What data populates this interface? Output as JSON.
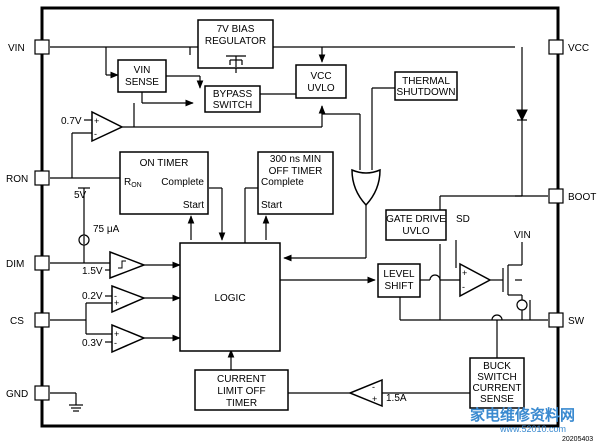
{
  "pins": {
    "vin": "VIN",
    "ron": "RON",
    "dim": "DIM",
    "cs": "CS",
    "gnd": "GND",
    "vcc": "VCC",
    "boot": "BOOT",
    "sw": "SW"
  },
  "blocks": {
    "bias_regulator": [
      "7V BIAS",
      "REGULATOR"
    ],
    "vin_sense": [
      "VIN",
      "SENSE"
    ],
    "bypass_switch": [
      "BYPASS",
      "SWITCH"
    ],
    "vcc_uvlo": [
      "VCC",
      "UVLO"
    ],
    "thermal_shutdown": [
      "THERMAL",
      "SHUTDOWN"
    ],
    "on_timer": {
      "title": "ON TIMER",
      "r_on": "R",
      "r_on_sub": "ON",
      "complete": "Complete",
      "start": "Start"
    },
    "off_timer": {
      "title": [
        "300 ns MIN",
        "OFF TIMER"
      ],
      "complete": "Complete",
      "start": "Start"
    },
    "logic": "LOGIC",
    "gate_drive_uvlo": [
      "GATE DRIVE",
      "UVLO"
    ],
    "sd": "SD",
    "level_shift": [
      "LEVEL",
      "SHIFT"
    ],
    "current_limit_off_timer": [
      "CURRENT",
      "LIMIT OFF",
      "TIMER"
    ],
    "buck_switch_current_sense": [
      "BUCK",
      "SWITCH",
      "CURRENT",
      "SENSE"
    ]
  },
  "labels": {
    "v07": "0.7V",
    "v5": "5V",
    "i75": "75 μA",
    "v15": "1.5V",
    "v02": "0.2V",
    "v03": "0.3V",
    "a15": "1.5A",
    "vin_gate": "VIN"
  },
  "watermark": {
    "text": "家电维修资料网",
    "url": "www.52010.com",
    "code": "20205403"
  }
}
